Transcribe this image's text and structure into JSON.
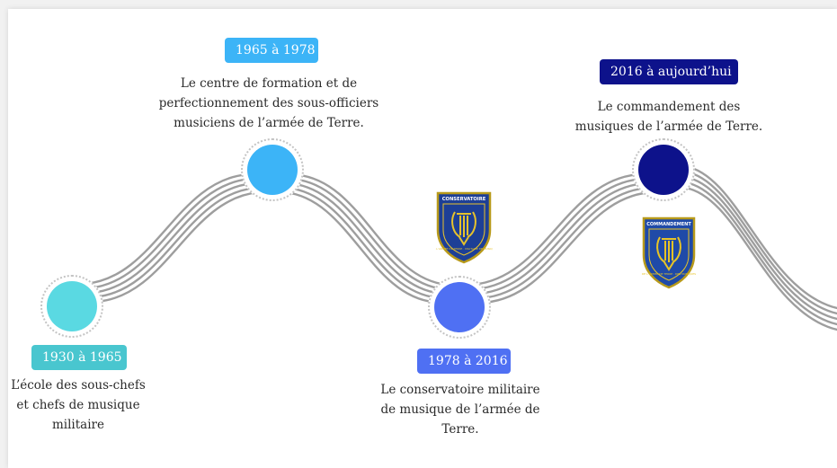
{
  "timeline": {
    "periods": [
      {
        "id": "p1930",
        "label": "1930 à 1965",
        "lines": [
          "L’école des sous-chefs",
          "et chefs de musique",
          "militaire"
        ],
        "color": "#5ad9e2",
        "badge_color": "#49c6cf"
      },
      {
        "id": "p1965",
        "label": "1965 à 1978",
        "lines": [
          "Le centre de formation et de",
          "perfectionnement des sous-officiers",
          "musiciens de l’armée de Terre."
        ],
        "color": "#3cb4f7",
        "badge_color": "#3cb4f7"
      },
      {
        "id": "p1978",
        "label": "1978 à 2016",
        "lines": [
          "Le conservatoire militaire",
          "de musique de l’armée de",
          "Terre."
        ],
        "color": "#4f70f3",
        "badge_color": "#4f70f3"
      },
      {
        "id": "p2016",
        "label": "2016 à aujourd’hui",
        "lines": [
          "Le commandement des",
          "musiques de l’armée de Terre."
        ],
        "color": "#0d128b",
        "badge_color": "#0d128b"
      }
    ],
    "emblems": {
      "conservatoire": {
        "top_text": "CONSERVATOIRE",
        "ring_text": "DE L’ARMÉE DE TERRE · MILITAIRE DE MUSIQUE",
        "colors": {
          "field": "#1d3f96",
          "gold": "#e6c22c",
          "border": "#b89a1b"
        }
      },
      "commandement": {
        "top_text": "COMMANDEMENT",
        "ring_text": "DE L’ARMÉE DE TERRE · DES MUSIQUES",
        "colors": {
          "field": "#1f4aa8",
          "gold": "#e8c425",
          "border": "#b89a1b"
        }
      }
    },
    "line_color": "#9e9e9e"
  }
}
